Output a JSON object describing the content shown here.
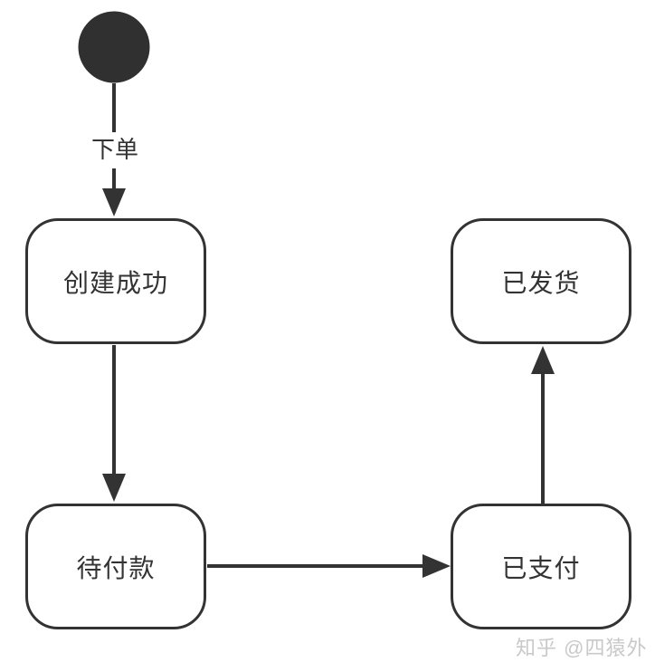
{
  "diagram": {
    "type": "state-diagram",
    "background_color": "#ffffff",
    "stroke_color": "#333333",
    "text_color": "#333333",
    "initial_state": {
      "shape": "filled-circle",
      "fill": "#303030"
    },
    "states": [
      {
        "id": "created",
        "label": "创建成功"
      },
      {
        "id": "shipped",
        "label": "已发货"
      },
      {
        "id": "pending-payment",
        "label": "待付款"
      },
      {
        "id": "paid",
        "label": "已支付"
      }
    ],
    "transitions": [
      {
        "from": "initial",
        "to": "created",
        "label": "下单",
        "direction": "down"
      },
      {
        "from": "created",
        "to": "pending-payment",
        "label": "",
        "direction": "down"
      },
      {
        "from": "pending-payment",
        "to": "paid",
        "label": "",
        "direction": "right"
      },
      {
        "from": "paid",
        "to": "shipped",
        "label": "",
        "direction": "up"
      }
    ],
    "watermark": {
      "text": "知乎 @四猿外",
      "color": "#c9c9c9"
    }
  }
}
